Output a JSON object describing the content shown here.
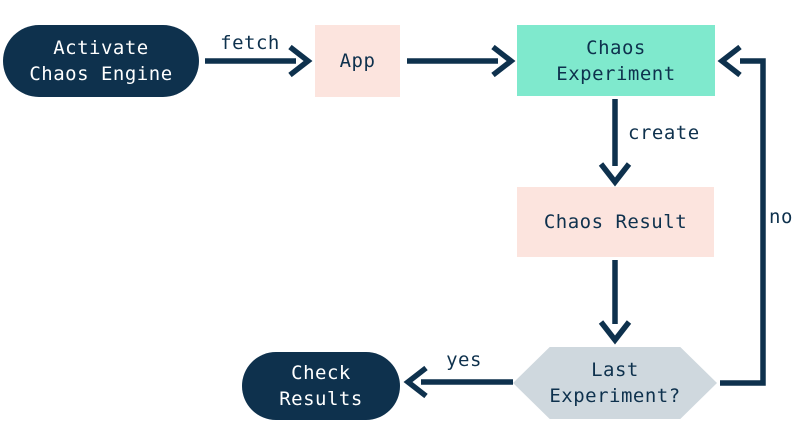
{
  "diagram": {
    "type": "flowchart",
    "nodes": {
      "activate": {
        "line1": "Activate",
        "line2": "Chaos Engine",
        "shape": "pill",
        "bg": "#0E314D",
        "text_color": "#FFFFFF"
      },
      "app": {
        "line1": "App",
        "shape": "rect",
        "bg": "#FCE4DE",
        "text_color": "#0E314D"
      },
      "experiment": {
        "line1": "Chaos",
        "line2": "Experiment",
        "shape": "rect",
        "bg": "#7FE9CD",
        "text_color": "#0E314D"
      },
      "result": {
        "line1": "Chaos Result",
        "shape": "rect",
        "bg": "#FCE4DE",
        "text_color": "#0E314D"
      },
      "decision": {
        "line1": "Last",
        "line2": "Experiment?",
        "shape": "hexagon",
        "bg": "#CFD8DE",
        "text_color": "#0E314D"
      },
      "check": {
        "line1": "Check",
        "line2": "Results",
        "shape": "pill",
        "bg": "#0E314D",
        "text_color": "#FFFFFF"
      }
    },
    "edges": [
      {
        "from": "activate",
        "to": "app",
        "label": "fetch"
      },
      {
        "from": "app",
        "to": "experiment",
        "label": ""
      },
      {
        "from": "experiment",
        "to": "result",
        "label": "create"
      },
      {
        "from": "result",
        "to": "decision",
        "label": ""
      },
      {
        "from": "decision",
        "to": "check",
        "label": "yes"
      },
      {
        "from": "decision",
        "to": "experiment",
        "label": "no"
      }
    ],
    "edge_labels": {
      "fetch": "fetch",
      "create": "create",
      "yes": "yes",
      "no": "no"
    },
    "colors": {
      "navy": "#0E314D",
      "pink": "#FCE4DE",
      "teal": "#7FE9CD",
      "gray": "#CFD8DE",
      "white": "#FFFFFF"
    }
  }
}
